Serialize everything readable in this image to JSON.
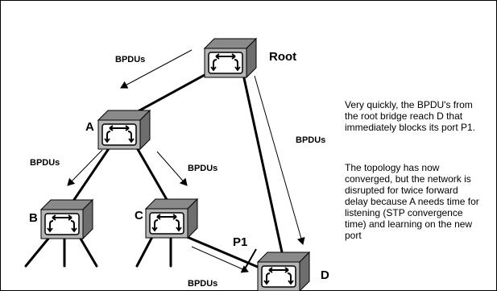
{
  "nodes": {
    "root": "Root",
    "a": "A",
    "b": "B",
    "c": "C",
    "d": "D"
  },
  "port_label": "P1",
  "bpdu_labels": {
    "top": "BPDUs",
    "left": "BPDUs",
    "middle": "BPDUs",
    "right": "BPDUs",
    "bottom": "BPDUs"
  },
  "captions": {
    "first": "Very quickly, the BPDU's from the root bridge reach D that immediately blocks its port P1.",
    "second": "The topology has now converged, but the network is disrupted for twice forward delay because A needs time for listening (STP convergence time) and learning on the new port"
  },
  "colors": {
    "switch_front": "#b5b5b5",
    "switch_top": "#8a8a8a",
    "switch_side": "#6e6e6e",
    "panel": "#ffffff",
    "border": "#000000"
  }
}
